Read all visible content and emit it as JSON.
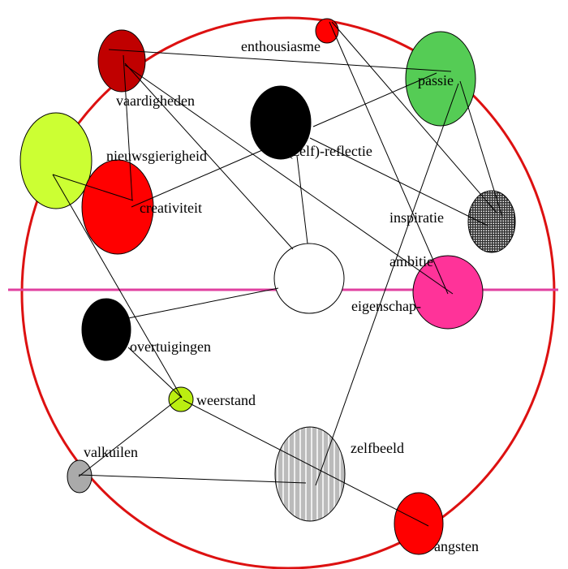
{
  "colors": {
    "outer_ring": "#dd1111",
    "axis_line": "#e040a0",
    "enthousiasme": "#ff0000",
    "vaardigheden": "#c00000",
    "passie": "#55cc55",
    "reflectie": "#000000",
    "nieuwsgierigheid": "#ccff33",
    "creativiteit": "#ff0000",
    "ambitie": "#ff3399",
    "overtuigingen": "#000000",
    "weerstand": "#bbee11",
    "valkuilen": "#aaaaaa",
    "angsten": "#ff0000"
  },
  "labels": {
    "enthousiasme": "enthousiasme",
    "vaardigheden": "vaardigheden",
    "passie": "passie",
    "nieuwsgierigheid": "nieuwsgierigheid",
    "reflectie": "(zelf)-reflectie",
    "creativiteit": "creativiteit",
    "inspiratie": "inspiratie",
    "ambitie": "ambitie",
    "eigenschap": "eigenschap-",
    "overtuigingen": "overtuigingen",
    "weerstand": "weerstand",
    "valkuilen": "valkuilen",
    "zelfbeeld": "zelfbeeld",
    "angsten": "angsten"
  }
}
